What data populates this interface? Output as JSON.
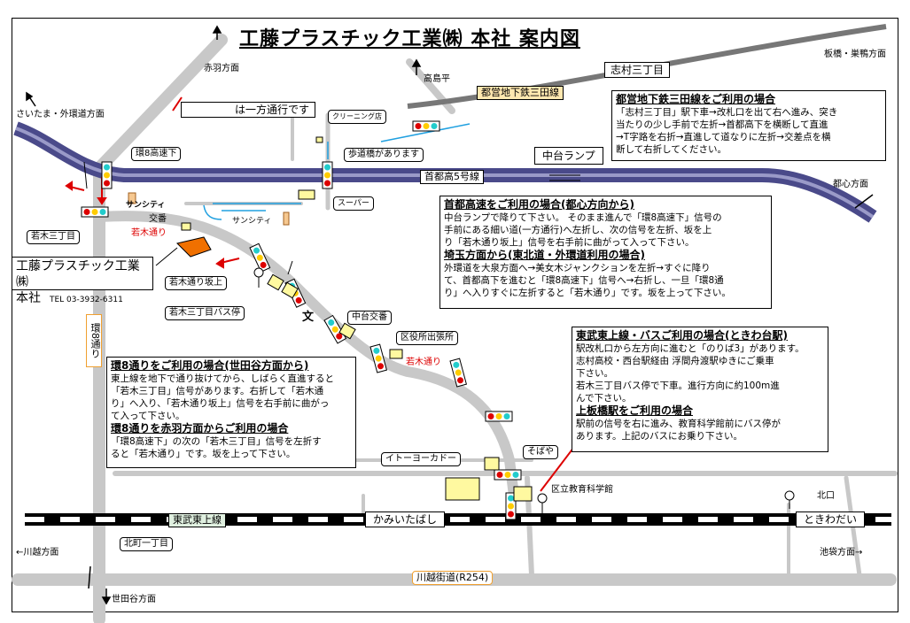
{
  "title": "工藤プラスチック工業㈱ 本社 案内図",
  "company": {
    "name": "工藤プラスチック工業㈱",
    "sub": "本社",
    "tel": "TEL 03-3932-6311"
  },
  "legend": {
    "one_way": "は一方通行です"
  },
  "directions": {
    "akabane": "赤羽方面",
    "saitama": "さいたま・外環道方面",
    "takashimadaira": "高島平",
    "itabashi": "板橋・巣鴨方面",
    "toshin": "都心方面",
    "kawagoe": "←川越方面",
    "ikebukuro": "池袋方面→",
    "setagaya": "世田谷方面"
  },
  "labels": {
    "kan8_kousoku_shita": "環8高速下",
    "wakagi_3": "若木三丁目",
    "koban": "交番",
    "wakagi_dori": "若木通り",
    "wakagi_dori2": "若木通り",
    "wakagi_sakaue": "若木通り坂上",
    "wakagi_bus": "若木三丁目バス停",
    "cleaning": "クリーニング店",
    "hodokyo": "歩道橋があります",
    "super": "スーパー",
    "sunshity": "サンシティ",
    "sunshity2": "サンシティ",
    "nakadai_koban": "中台交番",
    "kuyakusho": "区役所出張所",
    "bun": "文",
    "itoyokado": "イトーヨーカドー",
    "sobaya": "そばや",
    "kyoiku": "区立教育科学館",
    "kitaguchi": "北口",
    "kitamachi": "北町一丁目",
    "shimura": "志村三丁目",
    "mita_line": "都営地下鉄三田線",
    "shutoko5": "首都高5号線",
    "nakadai_ramp": "中台ランプ",
    "tobu": "東武東上線",
    "kamiitabashi": "かみいたばし",
    "tokiwadai": "ときわだい",
    "kawagoe_kaido": "川越街道(R254)",
    "kan8_vertical": "環8通り"
  },
  "info_mita": {
    "heading": "都営地下鉄三田線をご利用の場合",
    "lines": [
      "「志村三丁目」駅下車→改札口を出て右へ進み、突き",
      "当たりの少し手前で左折→首都高下を横断して直進",
      "→T字路を右折→直進して道なりに左折→交差点を横",
      "断して右折してください。"
    ]
  },
  "info_shutoko": {
    "heading": "首都高速をご利用の場合(都心方向から)",
    "lines": [
      "中台ランプで降りて下さい。 そのまま進んで「環8高速下」信号の",
      "手前にある細い道(一方通行)へ左折し、次の信号を左折、坂を上",
      "り「若木通り坂上」信号を右手前に曲がって入って下さい。"
    ],
    "heading2": "埼玉方面から(東北道・外環道利用の場合)",
    "lines2": [
      "外環道を大泉方面へ→美女木ジャンクションを左折→すぐに降り",
      "て、首都高下を進むと「環8高速下」信号へ→右折し、一旦「環8通",
      "り」へ入りすぐに左折すると「若木通り」です。坂を上って下さい。"
    ]
  },
  "info_kan8": {
    "heading": "環8通りをご利用の場合(世田谷方面から)",
    "lines": [
      "東上線を地下で通り抜けてから、しばらく直進すると",
      "「若木三丁目」信号があります。右折して「若木通",
      "り」へ入り、「若木通り坂上」信号を右手前に曲がっ",
      "て入って下さい。"
    ],
    "heading2": "環8通りを赤羽方面からご利用の場合",
    "lines2": [
      "「環8高速下」の次の「若木三丁目」信号を左折す",
      "ると「若木通り」です。坂を上って下さい。"
    ]
  },
  "info_tobu": {
    "heading": "東武東上線・バスご利用の場合(ときわ台駅)",
    "lines": [
      "駅改札口から左方向に進むと「のりば3」があります。",
      "  志村高校・西台駅経由 浮間舟渡駅ゆきにご乗車",
      "  下さい。",
      "  若木三丁目バス停で下車。進行方向に約100m進",
      "  んで下さい。"
    ],
    "heading2": "上板橋駅をご利用の場合",
    "lines2": [
      "駅前の信号を右に進み、教育科学館前にバス停が",
      "あります。上記のバスにお乗り下さい。"
    ]
  },
  "colors": {
    "expressway": "#4a4a8a",
    "road": "#c8c8c8",
    "one_way": "#d00000",
    "arrow_blue": "#20a0e0",
    "company": "#f07000",
    "building": "#fff9a0"
  }
}
